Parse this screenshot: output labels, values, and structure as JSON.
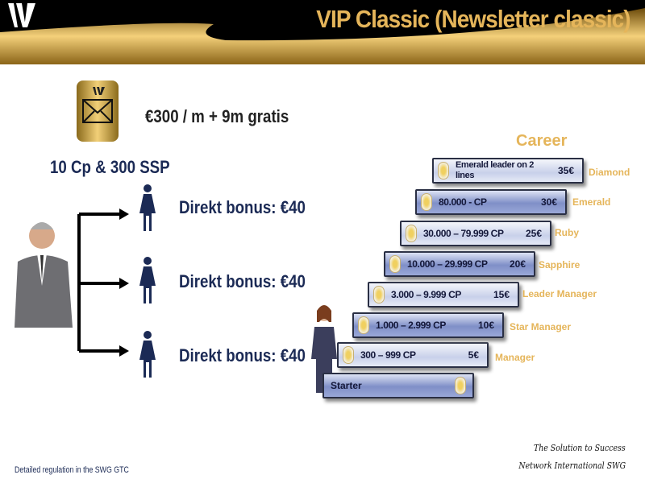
{
  "header": {
    "title": "VIP Classic (Newsletter classic)",
    "logo": "W"
  },
  "offer": {
    "price": "€300 / m + 9m gratis",
    "points": "10 Cp & 300 SSP"
  },
  "bonuses": [
    "Direkt bonus: €40",
    "Direkt bonus: €40",
    "Direkt bonus: €40"
  ],
  "career": {
    "title": "Career",
    "steps": [
      {
        "text": "",
        "amount": "",
        "rank": "Starter"
      },
      {
        "text": "300 – 999 CP",
        "amount": "5€",
        "rank": "Manager"
      },
      {
        "text": "1.000 – 2.999 CP",
        "amount": "10€",
        "rank": "Star Manager"
      },
      {
        "text": "3.000 – 9.999 CP",
        "amount": "15€",
        "rank": "Leader Manager"
      },
      {
        "text": "10.000 – 29.999 CP",
        "amount": "20€",
        "rank": "Sapphire"
      },
      {
        "text": "30.000 – 79.999 CP",
        "amount": "25€",
        "rank": "Ruby"
      },
      {
        "text": "80.000 - CP",
        "amount": "30€",
        "rank": "Emerald"
      },
      {
        "text": "Emerald leader on 2 lines",
        "amount": "35€",
        "rank": "Diamond"
      }
    ]
  },
  "footer": {
    "regulation": "Detailed regulation in the SWG GTC",
    "slogan1": "The Solution to Success",
    "slogan2": "Network International SWG"
  }
}
